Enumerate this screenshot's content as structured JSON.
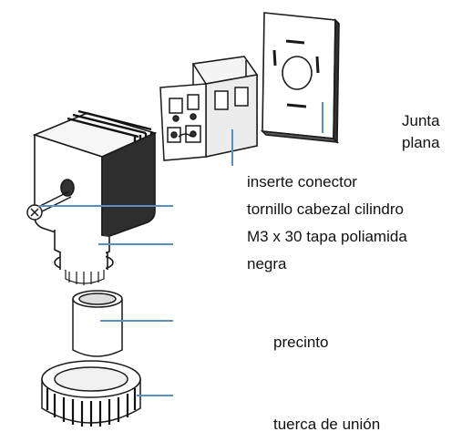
{
  "labels": {
    "gasket_line1": "Junta",
    "gasket_line2": "plana",
    "insert": "inserte conector",
    "screw_line1": "tornillo cabezal cilindro",
    "screw_line2": "M3 x 30 tapa poliamida",
    "screw_line3": "negra",
    "seal": "precinto",
    "nut": "tuerca de  unión"
  },
  "colors": {
    "leader": "#5b8fc0",
    "outline": "#1a1a1a",
    "body_fill": "#ffffff",
    "body_shadow": "#3a3a3a"
  }
}
